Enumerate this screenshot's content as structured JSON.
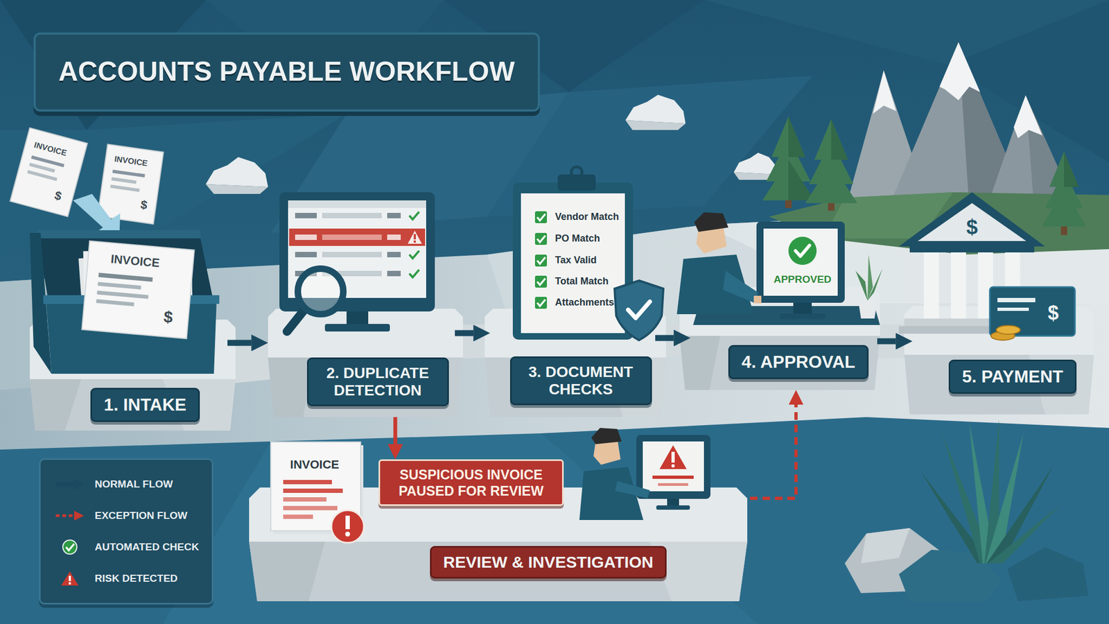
{
  "diagram": {
    "title": "ACCOUNTS PAYABLE WORKFLOW",
    "nodes": [
      {
        "text": [
          "1. INTAKE"
        ]
      },
      {
        "text": [
          "2. DUPLICATE DETECTION"
        ]
      },
      {
        "text": [
          "3. DOCUMENT CHECKS"
        ]
      },
      {
        "text": [
          "4. APPROVAL"
        ]
      },
      {
        "text": [
          "5. PAYMENT"
        ]
      },
      {
        "text": [
          "REVIEW & INVESTIGATION"
        ]
      },
      {
        "text": [
          "SUSPICIOUS INVOICE PAUSED FOR REVIEW"
        ],
        "in": 5
      }
    ],
    "edges": [
      {
        "from": 0,
        "to": 1,
        "arrow": "to"
      },
      {
        "from": 1,
        "to": 2,
        "arrow": "to"
      },
      {
        "from": 2,
        "to": 3,
        "arrow": "to"
      },
      {
        "from": 3,
        "to": 4,
        "arrow": "to"
      },
      {
        "from": 1,
        "to": 6,
        "arrow": "to"
      },
      {
        "from": 5,
        "to": 3,
        "arrow": "to"
      }
    ],
    "labels": [
      "INVOICE",
      "$",
      "INVOICE",
      "$",
      "INVOICE",
      "$",
      "Vendor Match",
      "PO Match",
      "Tax Valid",
      "Total Match",
      "Attachments",
      "APPROVED",
      "$",
      "$",
      "INVOICE"
    ],
    "legend": [
      {
        "text": "NORMAL FLOW"
      },
      {
        "text": "EXCEPTION FLOW"
      },
      {
        "text": "AUTOMATED CHECK"
      },
      {
        "text": "RISK DETECTED"
      }
    ]
  }
}
